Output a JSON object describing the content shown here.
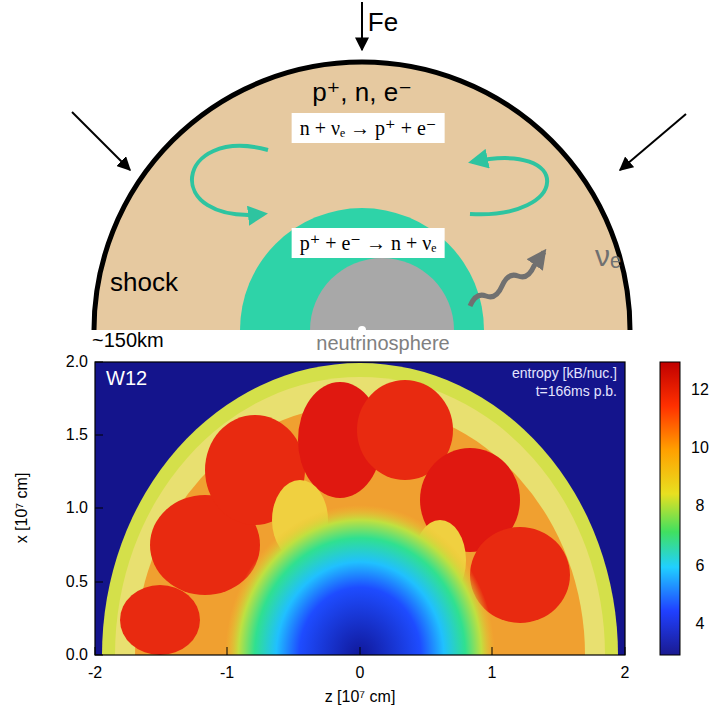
{
  "diagram": {
    "nodes": [
      {
        "text": [
          "n + νₑ → p⁺ + e⁻"
        ]
      },
      {
        "text": [
          "p⁺ + e⁻ → n + νₑ"
        ]
      }
    ],
    "labels": [
      "Fe",
      "p⁺, n, e⁻",
      "νₑ",
      "shock",
      "~150km",
      "neutrinosphere",
      "W12",
      "entropy [kB/nuc.]",
      "t=166ms p.b.",
      "2.0",
      "1.5",
      "1.0",
      "0.5",
      "0.0",
      "x [10⁷ cm]",
      "-2",
      "-1",
      "0",
      "1",
      "2",
      "z [10⁷ cm]",
      "12",
      "10",
      "8",
      "6",
      "4"
    ]
  }
}
